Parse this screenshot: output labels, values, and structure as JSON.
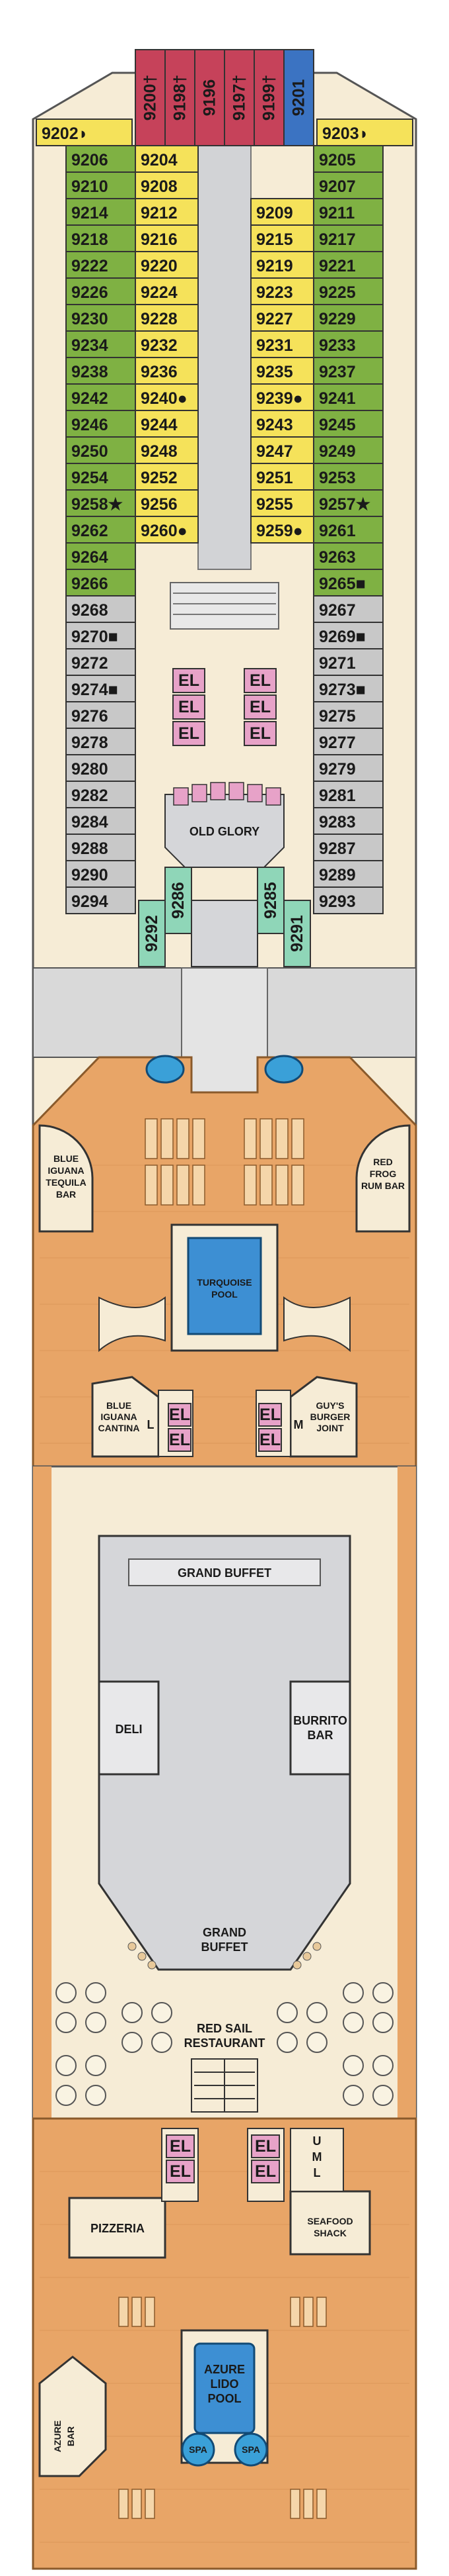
{
  "colors": {
    "green": "#7fb143",
    "yellow": "#f5e25a",
    "gray": "#c8c8c8",
    "red": "#c6425a",
    "blue": "#3b73c2",
    "pink": "#e7a2c8",
    "teal": "#8fd6b8",
    "wood": "#e8a567",
    "cream": "#f6ecd6",
    "buffet": "#d5d6d9",
    "shade": "#d9d9d9"
  },
  "icons": {
    "dot": "●",
    "dagger": "†",
    "square": "■",
    "star": "★",
    "half": "◗"
  },
  "venues": {
    "el": "EL",
    "old_glory": "OLD GLORY",
    "blue_iguana_bar_1": "BLUE",
    "blue_iguana_bar_2": "IGUANA",
    "blue_iguana_bar_3": "TEQUILA",
    "blue_iguana_bar_4": "BAR",
    "red_frog_1": "RED",
    "red_frog_2": "FROG",
    "red_frog_3": "RUM BAR",
    "turquoise_1": "TURQUOISE",
    "turquoise_2": "POOL",
    "cantina_1": "BLUE",
    "cantina_2": "IGUANA",
    "cantina_3": "CANTINA",
    "l": "L",
    "m": "M",
    "u": "U",
    "guys_1": "GUY'S",
    "guys_2": "BURGER",
    "guys_3": "JOINT",
    "grand_buffet_top": "GRAND BUFFET",
    "deli": "DELI",
    "burrito_1": "BURRITO",
    "burrito_2": "BAR",
    "grand_buffet_bottom_1": "GRAND",
    "grand_buffet_bottom_2": "BUFFET",
    "red_sail_1": "RED SAIL",
    "red_sail_2": "RESTAURANT",
    "pizzeria": "PIZZERIA",
    "seafood_1": "SEAFOOD",
    "seafood_2": "SHACK",
    "azure_bar_1": "AZURE",
    "azure_bar_2": "BAR",
    "lido_1": "AZURE",
    "lido_2": "LIDO",
    "lido_3": "POOL",
    "spa": "SPA"
  },
  "bow_cabins": [
    {
      "n": "9200",
      "m": "†",
      "c": "red"
    },
    {
      "n": "9198",
      "m": "†",
      "c": "red"
    },
    {
      "n": "9196",
      "m": "",
      "c": "red"
    },
    {
      "n": "9197",
      "m": "†",
      "c": "red"
    },
    {
      "n": "9199",
      "m": "†",
      "c": "red"
    },
    {
      "n": "9201",
      "m": "",
      "c": "blue"
    }
  ],
  "corner_cabins": {
    "left": {
      "n": "9202",
      "m": "◗"
    },
    "right": {
      "n": "9203",
      "m": "◗"
    }
  },
  "cabins_left_outer": [
    {
      "n": "9206",
      "m": "",
      "c": "green"
    },
    {
      "n": "9210",
      "m": "",
      "c": "green"
    },
    {
      "n": "9214",
      "m": "",
      "c": "green"
    },
    {
      "n": "9218",
      "m": "",
      "c": "green"
    },
    {
      "n": "9222",
      "m": "",
      "c": "green"
    },
    {
      "n": "9226",
      "m": "",
      "c": "green"
    },
    {
      "n": "9230",
      "m": "",
      "c": "green"
    },
    {
      "n": "9234",
      "m": "",
      "c": "green"
    },
    {
      "n": "9238",
      "m": "",
      "c": "green"
    },
    {
      "n": "9242",
      "m": "",
      "c": "green"
    },
    {
      "n": "9246",
      "m": "",
      "c": "green"
    },
    {
      "n": "9250",
      "m": "",
      "c": "green"
    },
    {
      "n": "9254",
      "m": "",
      "c": "green"
    },
    {
      "n": "9258",
      "m": "★",
      "c": "green"
    },
    {
      "n": "9262",
      "m": "",
      "c": "green"
    },
    {
      "n": "9264",
      "m": "",
      "c": "green"
    },
    {
      "n": "9266",
      "m": "",
      "c": "green"
    },
    {
      "n": "9268",
      "m": "",
      "c": "gray"
    },
    {
      "n": "9270",
      "m": "■",
      "c": "gray"
    },
    {
      "n": "9272",
      "m": "",
      "c": "gray"
    },
    {
      "n": "9274",
      "m": "■",
      "c": "gray"
    },
    {
      "n": "9276",
      "m": "",
      "c": "gray"
    },
    {
      "n": "9278",
      "m": "",
      "c": "gray"
    },
    {
      "n": "9280",
      "m": "",
      "c": "gray"
    },
    {
      "n": "9282",
      "m": "",
      "c": "gray"
    },
    {
      "n": "9284",
      "m": "",
      "c": "gray"
    },
    {
      "n": "9288",
      "m": "",
      "c": "gray"
    },
    {
      "n": "9290",
      "m": "",
      "c": "gray"
    },
    {
      "n": "9294",
      "m": "",
      "c": "gray"
    }
  ],
  "cabins_right_outer": [
    {
      "n": "9205",
      "m": "",
      "c": "green"
    },
    {
      "n": "9207",
      "m": "",
      "c": "green"
    },
    {
      "n": "9211",
      "m": "",
      "c": "green"
    },
    {
      "n": "9217",
      "m": "",
      "c": "green"
    },
    {
      "n": "9221",
      "m": "",
      "c": "green"
    },
    {
      "n": "9225",
      "m": "",
      "c": "green"
    },
    {
      "n": "9229",
      "m": "",
      "c": "green"
    },
    {
      "n": "9233",
      "m": "",
      "c": "green"
    },
    {
      "n": "9237",
      "m": "",
      "c": "green"
    },
    {
      "n": "9241",
      "m": "",
      "c": "green"
    },
    {
      "n": "9245",
      "m": "",
      "c": "green"
    },
    {
      "n": "9249",
      "m": "",
      "c": "green"
    },
    {
      "n": "9253",
      "m": "",
      "c": "green"
    },
    {
      "n": "9257",
      "m": "★",
      "c": "green"
    },
    {
      "n": "9261",
      "m": "",
      "c": "green"
    },
    {
      "n": "9263",
      "m": "",
      "c": "green"
    },
    {
      "n": "9265",
      "m": "■",
      "c": "green"
    },
    {
      "n": "9267",
      "m": "",
      "c": "gray"
    },
    {
      "n": "9269",
      "m": "■",
      "c": "gray"
    },
    {
      "n": "9271",
      "m": "",
      "c": "gray"
    },
    {
      "n": "9273",
      "m": "■",
      "c": "gray"
    },
    {
      "n": "9275",
      "m": "",
      "c": "gray"
    },
    {
      "n": "9277",
      "m": "",
      "c": "gray"
    },
    {
      "n": "9279",
      "m": "",
      "c": "gray"
    },
    {
      "n": "9281",
      "m": "",
      "c": "gray"
    },
    {
      "n": "9283",
      "m": "",
      "c": "gray"
    },
    {
      "n": "9287",
      "m": "",
      "c": "gray"
    },
    {
      "n": "9289",
      "m": "",
      "c": "gray"
    },
    {
      "n": "9293",
      "m": "",
      "c": "gray"
    }
  ],
  "cabins_left_inner": [
    {
      "n": "9204",
      "m": ""
    },
    {
      "n": "9208",
      "m": ""
    },
    {
      "n": "9212",
      "m": ""
    },
    {
      "n": "9216",
      "m": ""
    },
    {
      "n": "9220",
      "m": ""
    },
    {
      "n": "9224",
      "m": ""
    },
    {
      "n": "9228",
      "m": ""
    },
    {
      "n": "9232",
      "m": ""
    },
    {
      "n": "9236",
      "m": ""
    },
    {
      "n": "9240",
      "m": "●"
    },
    {
      "n": "9244",
      "m": ""
    },
    {
      "n": "9248",
      "m": ""
    },
    {
      "n": "9252",
      "m": ""
    },
    {
      "n": "9256",
      "m": ""
    },
    {
      "n": "9260",
      "m": "●"
    }
  ],
  "cabins_right_inner": [
    {
      "n": "9209",
      "m": ""
    },
    {
      "n": "9215",
      "m": ""
    },
    {
      "n": "9219",
      "m": ""
    },
    {
      "n": "9223",
      "m": ""
    },
    {
      "n": "9227",
      "m": ""
    },
    {
      "n": "9231",
      "m": ""
    },
    {
      "n": "9235",
      "m": ""
    },
    {
      "n": "9239",
      "m": "●"
    },
    {
      "n": "9243",
      "m": ""
    },
    {
      "n": "9247",
      "m": ""
    },
    {
      "n": "9251",
      "m": ""
    },
    {
      "n": "9255",
      "m": ""
    },
    {
      "n": "9259",
      "m": "●"
    }
  ],
  "cabins_teal": {
    "left_a": "9286",
    "left_b": "9292",
    "right_a": "9285",
    "right_b": "9291"
  }
}
